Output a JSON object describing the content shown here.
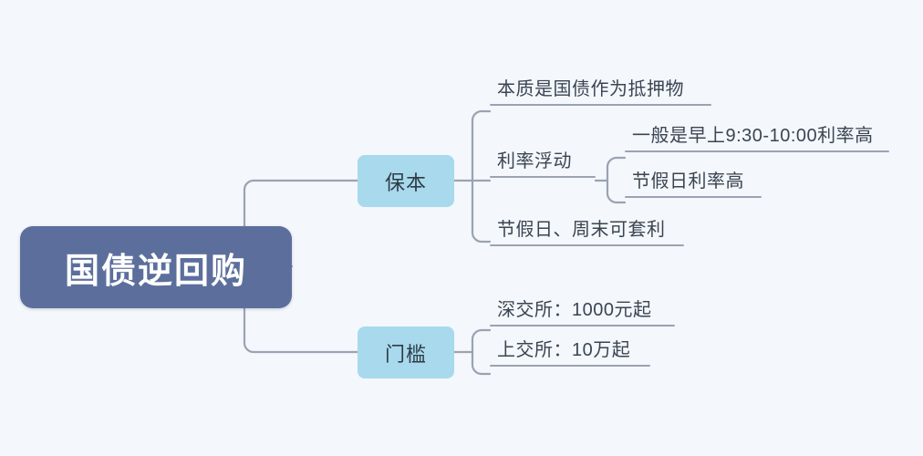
{
  "map": {
    "root": {
      "label": "国债逆回购",
      "color": "#5c6f9c",
      "text_color": "#ffffff"
    },
    "branch_color": "#a8d9ec",
    "line_color": "#9aa3b4",
    "background": "#f4f7fb",
    "branches": [
      {
        "label": "保本",
        "children": [
          {
            "label": "本质是国债作为抵押物",
            "children": []
          },
          {
            "label": "利率浮动",
            "children": [
              {
                "label": "一般是早上9:30-10:00利率高"
              },
              {
                "label": "节假日利率高"
              }
            ]
          },
          {
            "label": "节假日、周末可套利",
            "children": []
          }
        ]
      },
      {
        "label": "门槛",
        "children": [
          {
            "label": "深交所：1000元起",
            "children": []
          },
          {
            "label": "上交所：10万起",
            "children": []
          }
        ]
      }
    ]
  }
}
